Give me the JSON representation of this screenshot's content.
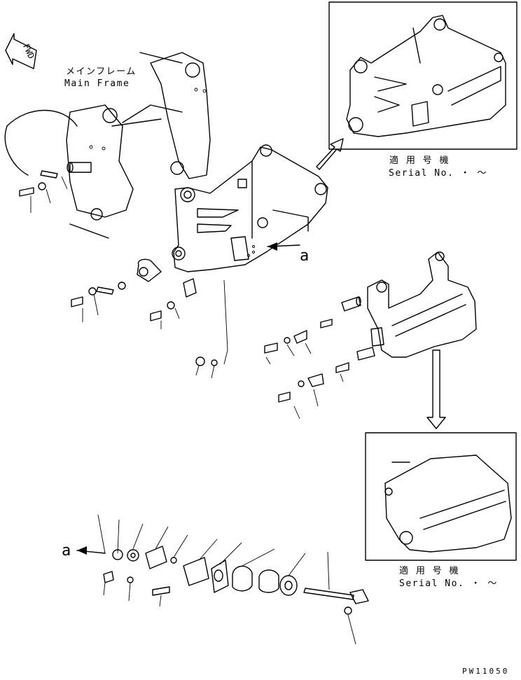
{
  "labels": {
    "fwd": "FWD",
    "main_frame_jp": "メインフレーム",
    "main_frame_en": "Main Frame",
    "callout_a_top": "a",
    "callout_a_bottom": "a",
    "serial_jp_1": "適 用 号 機",
    "serial_en_1": "Serial No.  ・ ～",
    "serial_jp_2": "適 用 号 機",
    "serial_en_2": "Serial No.  ・ ～",
    "drawing_code": "PW11050"
  }
}
